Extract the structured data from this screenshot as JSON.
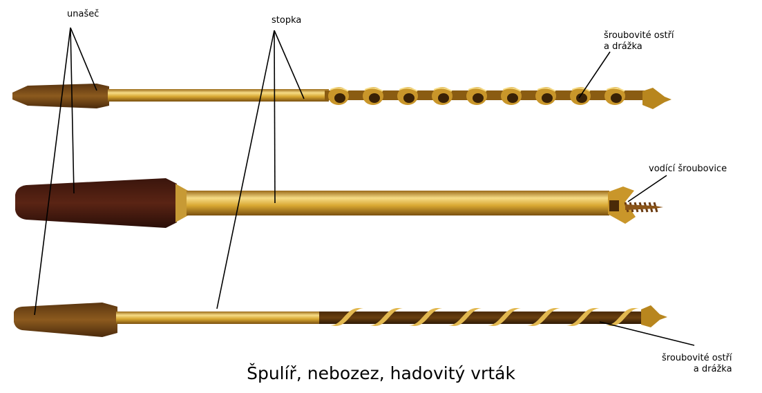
{
  "labels": {
    "driver": "unašeč",
    "shank": "stopka",
    "helix_top": [
      "šroubovité ostří",
      "a drážka"
    ],
    "lead_screw": "vodící šroubovice",
    "helix_bottom": [
      "šroubovité ostří",
      "a drážka"
    ]
  },
  "caption": "Špulíř, nebozez, hadovitý vrták",
  "colors": {
    "background": "#ffffff",
    "tang_light": "#7a4a14",
    "tang_dark": "#4a1f10",
    "shank_gold": "#d8a832",
    "shank_highlight": "#f6dc86",
    "spiral": "#a06d10",
    "leader_line": "#000000"
  }
}
